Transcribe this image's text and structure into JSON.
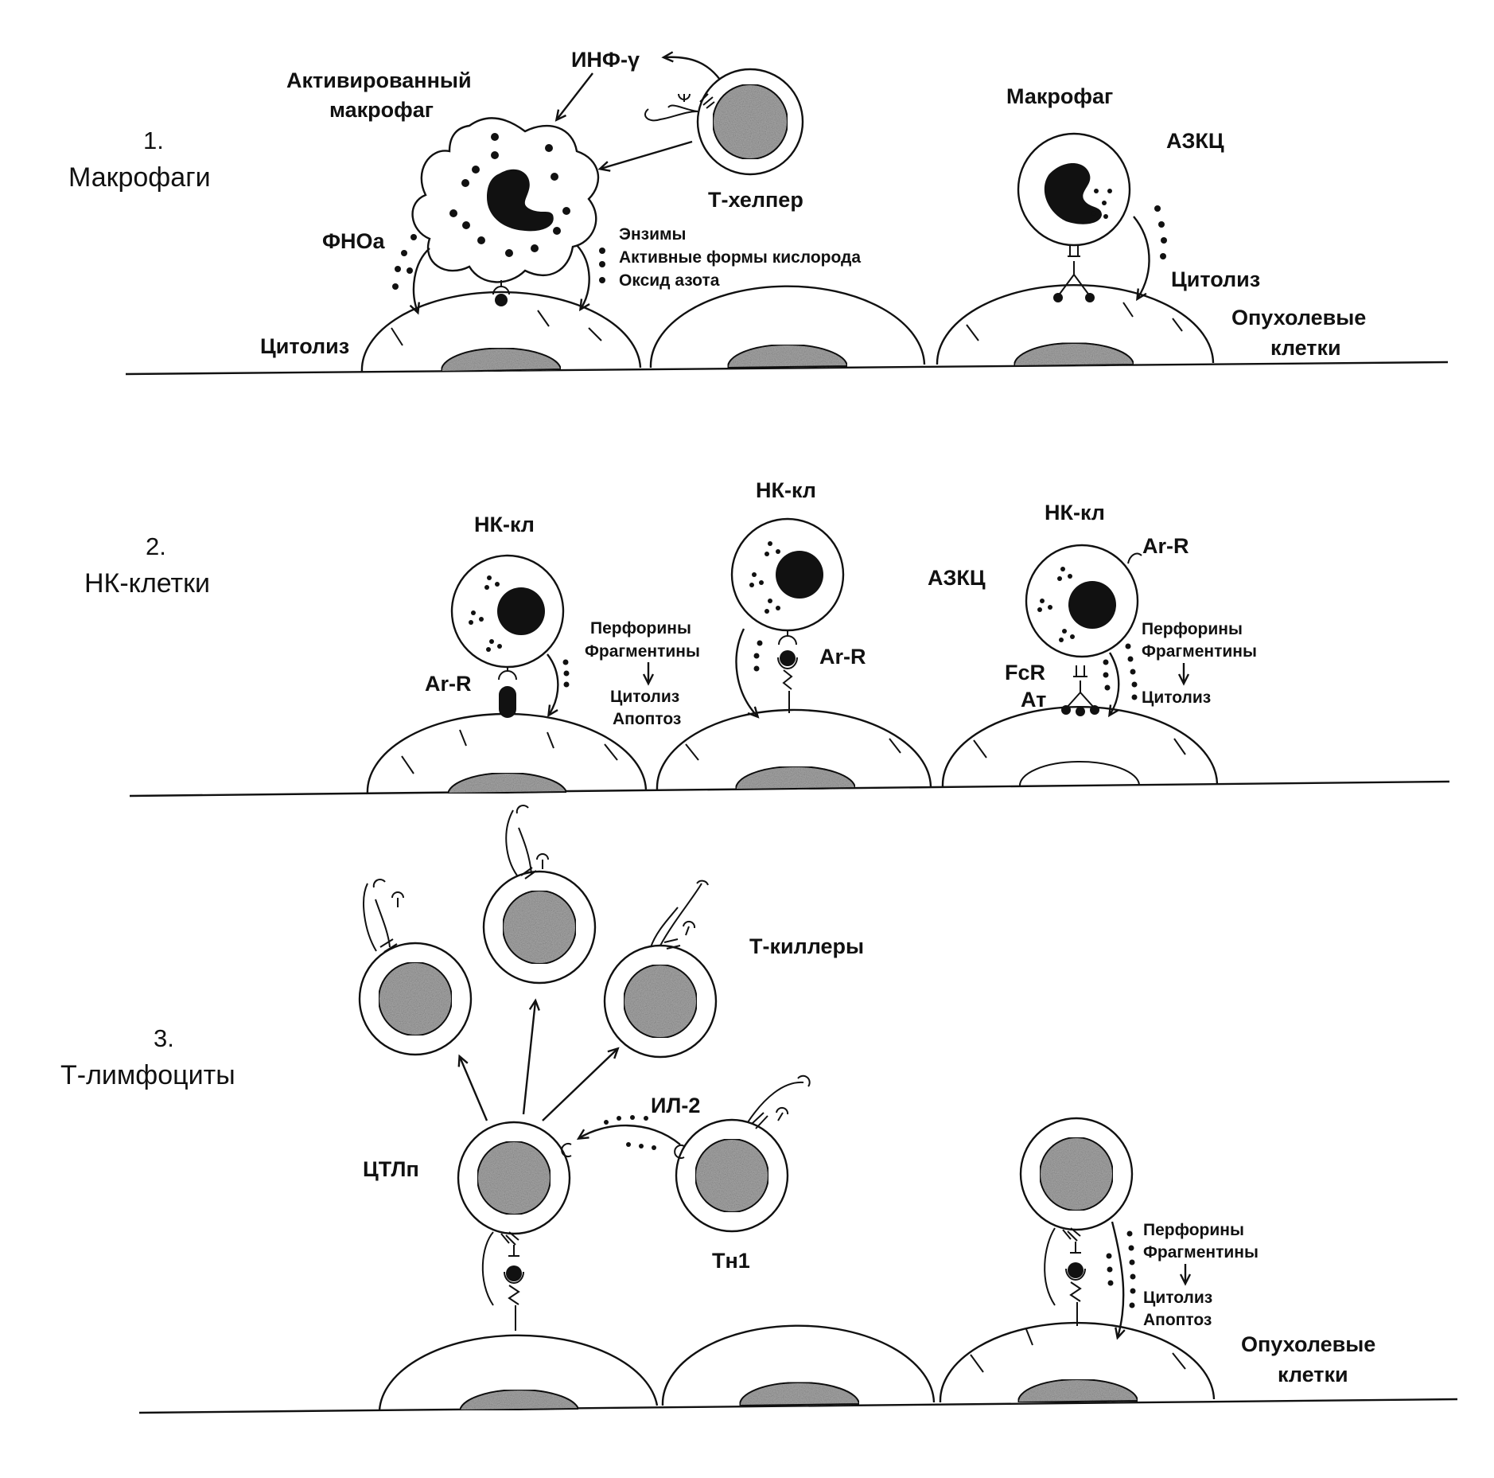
{
  "colors": {
    "ink": "#111111",
    "paper": "#ffffff",
    "nucleus_shade": "#a8a8a8"
  },
  "sections": {
    "macrophages": {
      "number": "1.",
      "title": "Макрофаги",
      "activated_macrophage": [
        "Активированный",
        "макрофаг"
      ],
      "ifn_gamma": "ИНФ-γ",
      "t_helper": "Т-хелпер",
      "tnf_alpha": "ФНОа",
      "cytolysis_left": "Цитолиз",
      "mediators": [
        "Энзимы",
        "Активные формы кислорода",
        "Оксид азота"
      ],
      "macrophage": "Макрофаг",
      "adcc": "АЗКЦ",
      "cytolysis_right": "Цитолиз",
      "tumor_cells": [
        "Опухолевые",
        "клетки"
      ]
    },
    "nk_cells": {
      "number": "2.",
      "title": "НК-клетки",
      "nk_label_1": "НК-кл",
      "nk_label_2": "НК-кл",
      "nk_label_3": "НК-кл",
      "ag_r_1": "Ar-R",
      "ag_r_2": "Ar-R",
      "ag_r_3": "Ar-R",
      "effects_1": [
        "Перфорины",
        "Фрагментины",
        "Цитолиз",
        "Апоптоз"
      ],
      "adcc": "АЗКЦ",
      "fcr": "FcR",
      "antibody": "Ат",
      "effects_3": [
        "Перфорины",
        "Фрагментины",
        "Цитолиз"
      ]
    },
    "t_lymphocytes": {
      "number": "3.",
      "title": "Т-лимфоциты",
      "t_killers": "Т-киллеры",
      "il2": "ИЛ-2",
      "ctlp": "ЦТЛп",
      "th1": "Тн1",
      "effects": [
        "Перфорины",
        "Фрагментины",
        "Цитолиз",
        "Апоптоз"
      ],
      "tumor_cells": [
        "Опухолевые",
        "клетки"
      ]
    }
  }
}
